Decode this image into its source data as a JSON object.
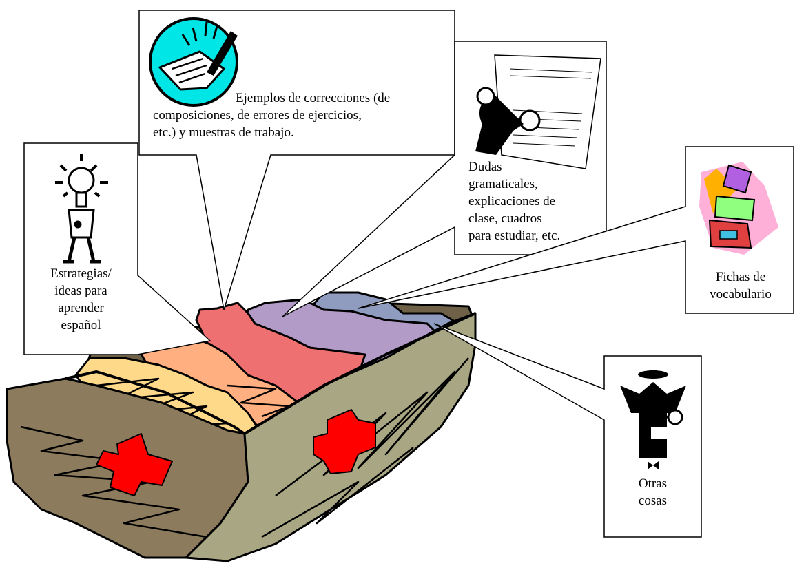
{
  "callouts": {
    "corrections": "Ejemplos de correcciones (de\ncomposiciones, de errores de ejercicios,\netc.) y muestras de trabajo.",
    "grammar": "Dudas\ngramaticales,\nexplicaciones de\nclase, cuadros\npara estudiar, etc.",
    "strategies": "Estrategias/\nideas para\naprender\nespañol",
    "vocabulary": "Fichas de\nvocabulario",
    "other": "Otras\ncosas"
  },
  "icons": {
    "corrections": "writing-hand-icon",
    "grammar": "magnifier-reader-icon",
    "strategies": "lightbulb-character-icon",
    "vocabulary": "card-box-icon",
    "other": "spy-character-icon",
    "main": "file-drawer-icon"
  },
  "colors": {
    "drawer_body": "#8C7B5C",
    "drawer_side": "#A9A783",
    "drawer_rim": "#6E6148",
    "folder_yellow": "#FFD98A",
    "folder_orange": "#FFAF80",
    "folder_red": "#EE7070",
    "folder_purple": "#B39BC8",
    "folder_blue": "#8F9CC0",
    "badge_red": "#FF0000",
    "icon_cyan": "#00E5E5"
  }
}
